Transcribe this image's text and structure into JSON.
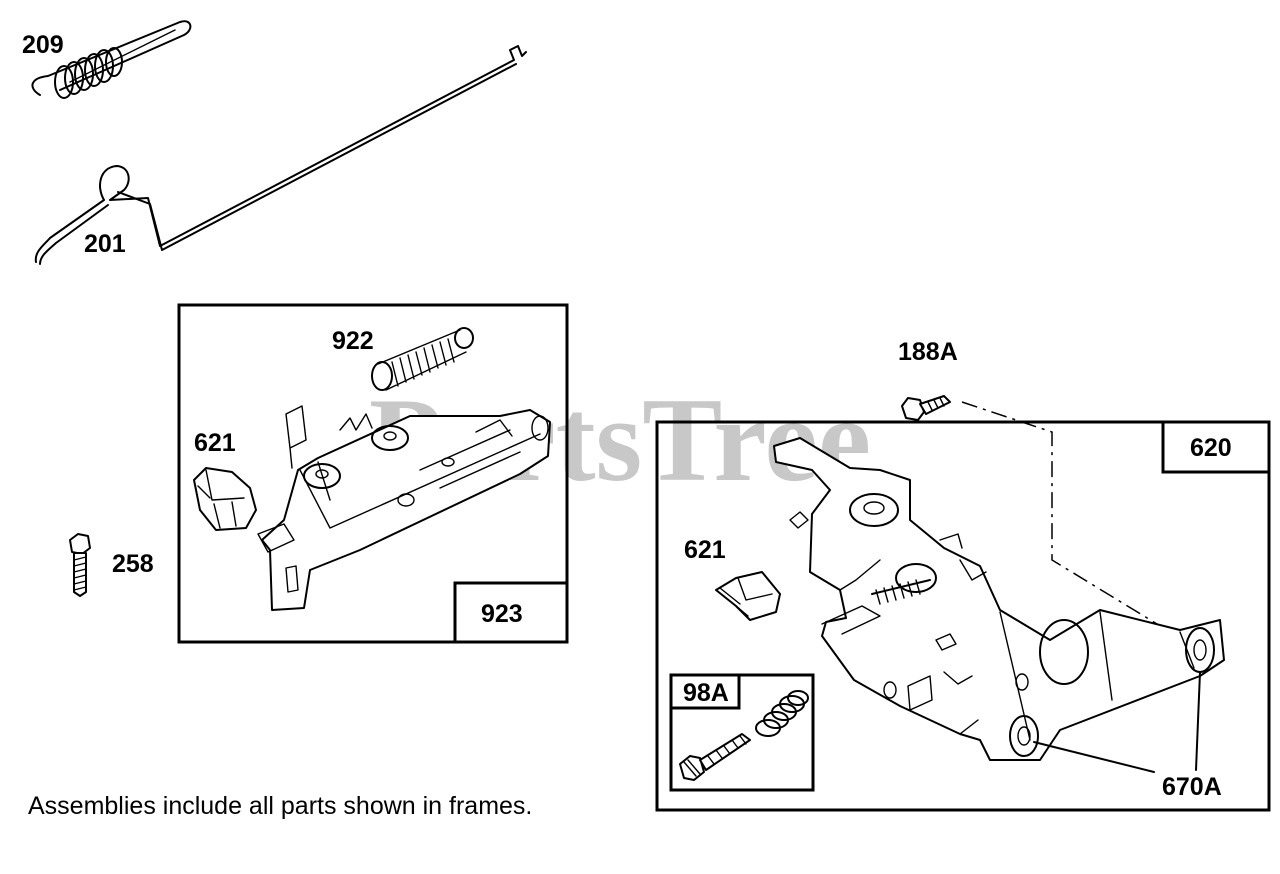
{
  "watermark": "PartsTree",
  "labels": {
    "p209": "209",
    "p201": "201",
    "p922": "922",
    "p621_left": "621",
    "p258": "258",
    "p923": "923",
    "p188a": "188A",
    "p620": "620",
    "p621_right": "621",
    "p98a": "98A",
    "p670a": "670A"
  },
  "note": "Assemblies include all parts shown in frames."
}
